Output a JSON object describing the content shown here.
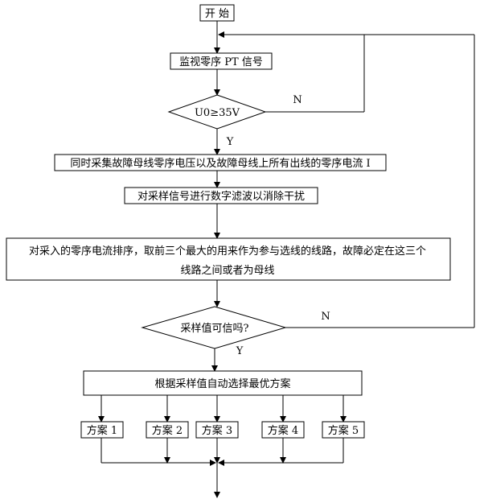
{
  "flowchart": {
    "start": "开 始",
    "monitor": "监视零序 PT 信号",
    "decision1": "U0≥35V",
    "no1": "N",
    "yes1": "Y",
    "collect": "同时采集故障母线零序电压以及故障母线上所有出线的零序电流 I",
    "filter": "对采样信号进行数字滤波以消除干扰",
    "sort_line1": "对采入的零序电流排序，取前三个最大的用来作为参与选线的线路，故障必定在这三个",
    "sort_line2": "线路之间或者为母线",
    "decision2": "采样值可信吗?",
    "no2": "N",
    "yes2": "Y",
    "select": "根据采样值自动选择最优方案",
    "plans": [
      "方案 1",
      "方案 2",
      "方案 3",
      "方案 4",
      "方案 5"
    ]
  }
}
